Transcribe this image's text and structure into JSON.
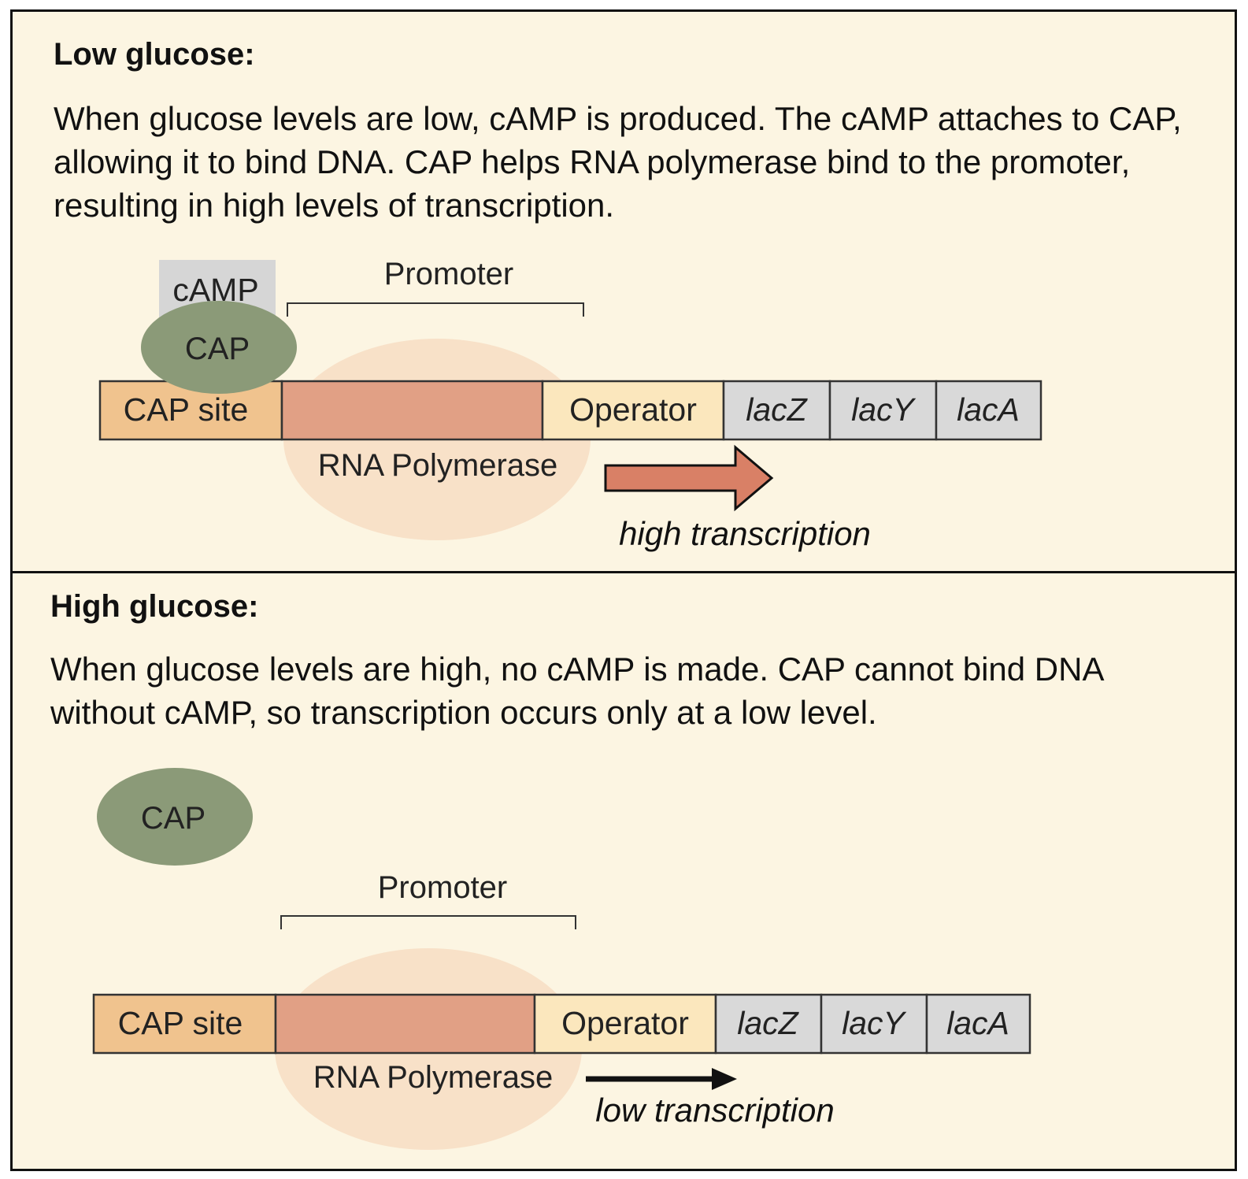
{
  "colors": {
    "panel_background": "#fcf5e2",
    "cap_site": "#f0c38e",
    "promoter_block": "#e1a085",
    "operator": "#fbe7bd",
    "lac_gene": "#d9d9d9",
    "rna_polymerase": "#f8e1c8",
    "cap_protein": "#8b9a78",
    "camp": "#d6d6d6",
    "high_arrow": "#d98066",
    "low_arrow": "#111111"
  },
  "low_glucose": {
    "heading": "Low glucose:",
    "description": "When glucose levels are low, cAMP is produced. The cAMP attaches to CAP, allowing it to bind DNA. CAP helps RNA polymerase bind to the promoter, resulting in high levels of transcription.",
    "camp_label": "cAMP",
    "cap_label": "CAP",
    "promoter_label": "Promoter",
    "cap_site_label": "CAP site",
    "operator_label": "Operator",
    "genes": [
      "lacZ",
      "lacY",
      "lacA"
    ],
    "rna_polymerase_label": "RNA Polymerase",
    "transcription_label": "high transcription"
  },
  "high_glucose": {
    "heading": "High glucose:",
    "description": "When glucose levels are high, no cAMP is made. CAP cannot bind DNA without cAMP, so transcription occurs only at a low level.",
    "cap_label": "CAP",
    "promoter_label": "Promoter",
    "cap_site_label": "CAP site",
    "operator_label": "Operator",
    "genes": [
      "lacZ",
      "lacY",
      "lacA"
    ],
    "rna_polymerase_label": "RNA Polymerase",
    "transcription_label": "low transcription"
  }
}
